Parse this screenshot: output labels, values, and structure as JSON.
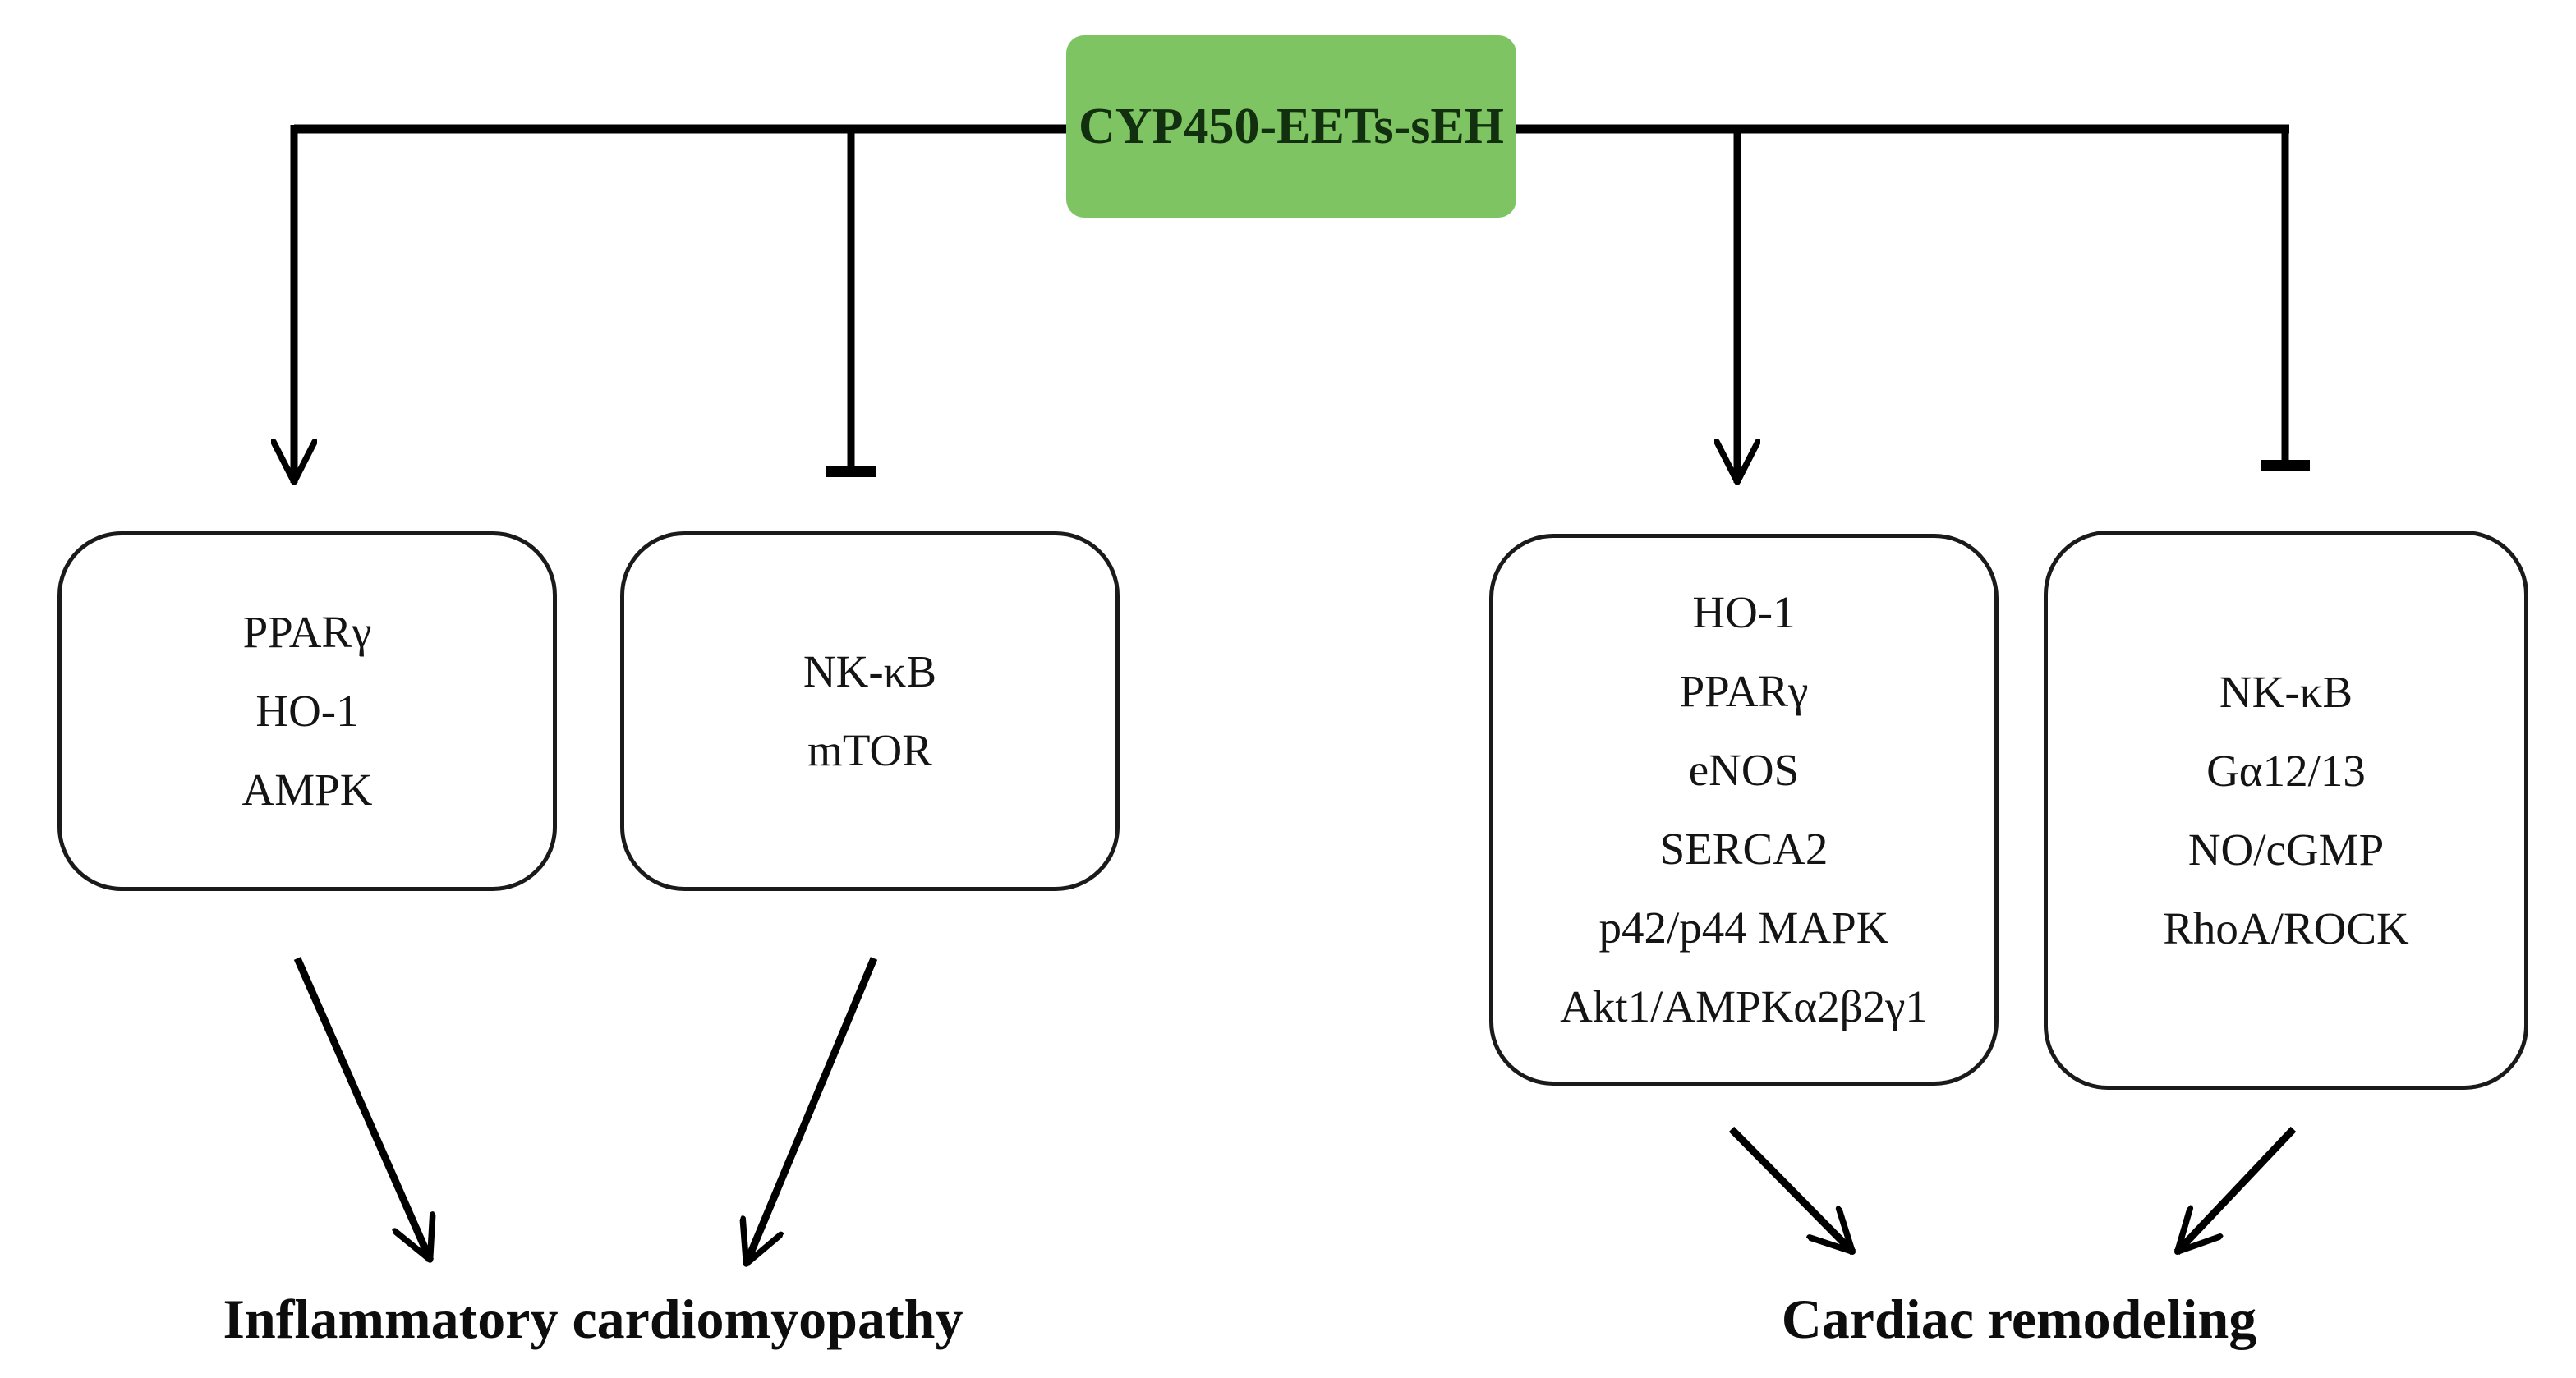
{
  "figure": {
    "root": {
      "label": "CYP450-EETs-sEH"
    },
    "boxes": [
      {
        "id": "box-left-1",
        "items": [
          "PPARγ",
          "HO-1",
          "AMPK"
        ]
      },
      {
        "id": "box-left-2",
        "items": [
          "NK-κB",
          "mTOR"
        ]
      },
      {
        "id": "box-right-1",
        "items": [
          "HO-1",
          "PPARγ",
          "eNOS",
          "SERCA2",
          "p42/p44 MAPK",
          "Akt1/AMPKα2β2γ1"
        ]
      },
      {
        "id": "box-right-2",
        "items": [
          "NK-κB",
          "Gα12/13",
          "NO/cGMP",
          "RhoA/ROCK"
        ]
      }
    ],
    "edges": [
      {
        "from": "CYP450-EETs-sEH",
        "to": "box-left-1",
        "type": "activates"
      },
      {
        "from": "CYP450-EETs-sEH",
        "to": "box-left-2",
        "type": "inhibits"
      },
      {
        "from": "CYP450-EETs-sEH",
        "to": "box-right-1",
        "type": "activates"
      },
      {
        "from": "CYP450-EETs-sEH",
        "to": "box-right-2",
        "type": "inhibits"
      },
      {
        "from": "box-left-1",
        "to": "Inflammatory cardiomyopathy",
        "type": "leads-to"
      },
      {
        "from": "box-left-2",
        "to": "Inflammatory cardiomyopathy",
        "type": "leads-to"
      },
      {
        "from": "box-right-1",
        "to": "Cardiac remodeling",
        "type": "leads-to"
      },
      {
        "from": "box-right-2",
        "to": "Cardiac remodeling",
        "type": "leads-to"
      }
    ],
    "outcomes": [
      {
        "label": "Inflammatory cardiomyopathy"
      },
      {
        "label": "Cardiac remodeling"
      }
    ],
    "colors": {
      "root_fill": "#7ec462",
      "root_text": "#12300f",
      "line": "#000000",
      "box_border": "#1a1a1a",
      "background": "#ffffff"
    }
  }
}
